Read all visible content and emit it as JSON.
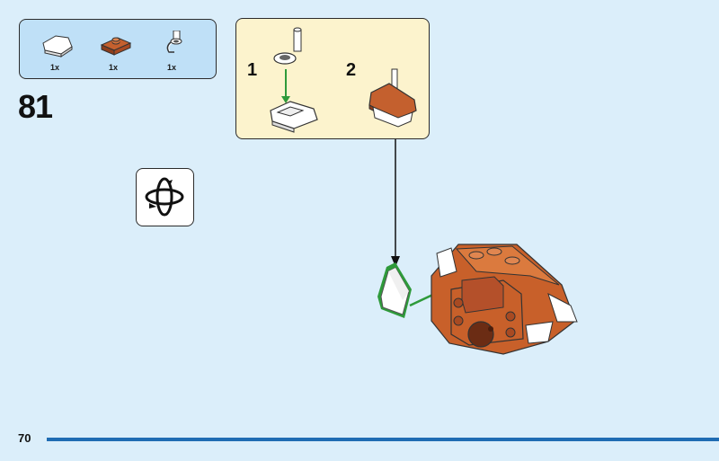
{
  "parts_list": {
    "items": [
      {
        "name": "white-wedge-plate",
        "qty": "1x",
        "color": "#ffffff"
      },
      {
        "name": "orange-brown-jumper-plate",
        "qty": "1x",
        "color": "#b4502a"
      },
      {
        "name": "white-bar-clip",
        "qty": "1x",
        "color": "#ffffff"
      }
    ]
  },
  "step": {
    "number": "81"
  },
  "substeps": [
    {
      "label": "1"
    },
    {
      "label": "2"
    }
  ],
  "page": {
    "number": "70"
  },
  "colors": {
    "background": "#dbeefa",
    "parts_box": "#bfe0f7",
    "substep_box": "#fcf3cd",
    "accent_bar": "#1f6cb3",
    "brick_orange": "#c8602a",
    "highlight_green": "#2e9a3a"
  },
  "icons": {
    "rotate": "rotate-model-icon"
  }
}
